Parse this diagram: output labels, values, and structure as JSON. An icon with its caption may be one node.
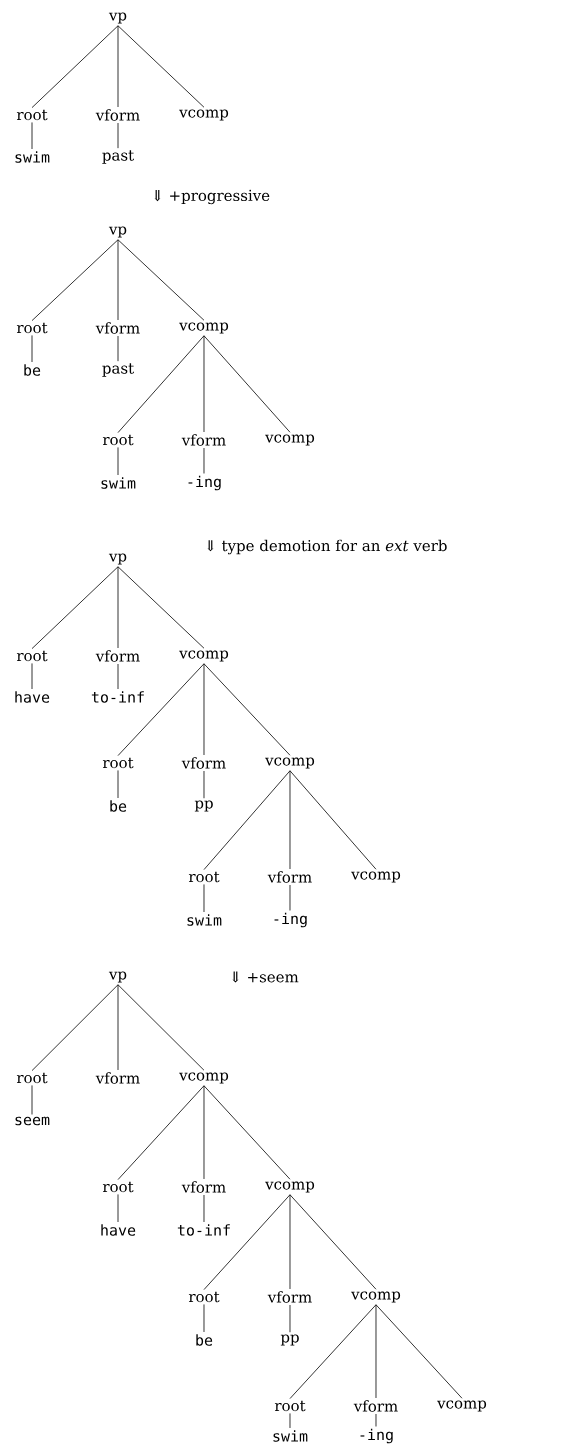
{
  "diagram": {
    "nodes": [
      {
        "text": [
          "vp"
        ]
      },
      {
        "text": [
          "root"
        ]
      },
      {
        "text": [
          "vform"
        ]
      },
      {
        "text": [
          "vcomp"
        ]
      },
      {
        "text": [
          "swim"
        ]
      },
      {
        "text": [
          "past"
        ]
      },
      {
        "text": [
          "vp"
        ]
      },
      {
        "text": [
          "root"
        ]
      },
      {
        "text": [
          "vform"
        ]
      },
      {
        "text": [
          "vcomp"
        ]
      },
      {
        "text": [
          "be"
        ]
      },
      {
        "text": [
          "past"
        ]
      },
      {
        "text": [
          "root"
        ]
      },
      {
        "text": [
          "vform"
        ]
      },
      {
        "text": [
          "vcomp"
        ]
      },
      {
        "text": [
          "swim"
        ]
      },
      {
        "text": [
          "-ing"
        ]
      },
      {
        "text": [
          "vp"
        ]
      },
      {
        "text": [
          "root"
        ]
      },
      {
        "text": [
          "vform"
        ]
      },
      {
        "text": [
          "vcomp"
        ]
      },
      {
        "text": [
          "have"
        ]
      },
      {
        "text": [
          "to-inf"
        ]
      },
      {
        "text": [
          "root"
        ]
      },
      {
        "text": [
          "vform"
        ]
      },
      {
        "text": [
          "vcomp"
        ]
      },
      {
        "text": [
          "be"
        ]
      },
      {
        "text": [
          "pp"
        ]
      },
      {
        "text": [
          "root"
        ]
      },
      {
        "text": [
          "vform"
        ]
      },
      {
        "text": [
          "vcomp"
        ]
      },
      {
        "text": [
          "swim"
        ]
      },
      {
        "text": [
          "-ing"
        ]
      },
      {
        "text": [
          "vp"
        ]
      },
      {
        "text": [
          "root"
        ]
      },
      {
        "text": [
          "vform"
        ]
      },
      {
        "text": [
          "vcomp"
        ]
      },
      {
        "text": [
          "seem"
        ]
      },
      {
        "text": [
          "root"
        ]
      },
      {
        "text": [
          "vform"
        ]
      },
      {
        "text": [
          "vcomp"
        ]
      },
      {
        "text": [
          "have"
        ]
      },
      {
        "text": [
          "to-inf"
        ]
      },
      {
        "text": [
          "root"
        ]
      },
      {
        "text": [
          "vform"
        ]
      },
      {
        "text": [
          "vcomp"
        ]
      },
      {
        "text": [
          "be"
        ]
      },
      {
        "text": [
          "pp"
        ]
      },
      {
        "text": [
          "root"
        ]
      },
      {
        "text": [
          "vform"
        ]
      },
      {
        "text": [
          "vcomp"
        ]
      },
      {
        "text": [
          "swim"
        ]
      },
      {
        "text": [
          "-ing"
        ]
      }
    ],
    "edges": [
      {
        "from": 0,
        "to": 1,
        "arrow": "none"
      },
      {
        "from": 0,
        "to": 2,
        "arrow": "none"
      },
      {
        "from": 0,
        "to": 3,
        "arrow": "none"
      },
      {
        "from": 1,
        "to": 4,
        "arrow": "none"
      },
      {
        "from": 2,
        "to": 5,
        "arrow": "none"
      },
      {
        "from": 6,
        "to": 7,
        "arrow": "none"
      },
      {
        "from": 6,
        "to": 8,
        "arrow": "none"
      },
      {
        "from": 6,
        "to": 9,
        "arrow": "none"
      },
      {
        "from": 7,
        "to": 10,
        "arrow": "none"
      },
      {
        "from": 8,
        "to": 11,
        "arrow": "none"
      },
      {
        "from": 9,
        "to": 12,
        "arrow": "none"
      },
      {
        "from": 9,
        "to": 13,
        "arrow": "none"
      },
      {
        "from": 9,
        "to": 14,
        "arrow": "none"
      },
      {
        "from": 12,
        "to": 15,
        "arrow": "none"
      },
      {
        "from": 13,
        "to": 16,
        "arrow": "none"
      },
      {
        "from": 17,
        "to": 18,
        "arrow": "none"
      },
      {
        "from": 17,
        "to": 19,
        "arrow": "none"
      },
      {
        "from": 17,
        "to": 20,
        "arrow": "none"
      },
      {
        "from": 18,
        "to": 21,
        "arrow": "none"
      },
      {
        "from": 19,
        "to": 22,
        "arrow": "none"
      },
      {
        "from": 20,
        "to": 23,
        "arrow": "none"
      },
      {
        "from": 20,
        "to": 24,
        "arrow": "none"
      },
      {
        "from": 20,
        "to": 25,
        "arrow": "none"
      },
      {
        "from": 23,
        "to": 26,
        "arrow": "none"
      },
      {
        "from": 24,
        "to": 27,
        "arrow": "none"
      },
      {
        "from": 25,
        "to": 28,
        "arrow": "none"
      },
      {
        "from": 25,
        "to": 29,
        "arrow": "none"
      },
      {
        "from": 25,
        "to": 30,
        "arrow": "none"
      },
      {
        "from": 28,
        "to": 31,
        "arrow": "none"
      },
      {
        "from": 29,
        "to": 32,
        "arrow": "none"
      },
      {
        "from": 33,
        "to": 34,
        "arrow": "none"
      },
      {
        "from": 33,
        "to": 35,
        "arrow": "none"
      },
      {
        "from": 33,
        "to": 36,
        "arrow": "none"
      },
      {
        "from": 34,
        "to": 37,
        "arrow": "none"
      },
      {
        "from": 36,
        "to": 38,
        "arrow": "none"
      },
      {
        "from": 36,
        "to": 39,
        "arrow": "none"
      },
      {
        "from": 36,
        "to": 40,
        "arrow": "none"
      },
      {
        "from": 38,
        "to": 41,
        "arrow": "none"
      },
      {
        "from": 39,
        "to": 42,
        "arrow": "none"
      },
      {
        "from": 40,
        "to": 43,
        "arrow": "none"
      },
      {
        "from": 40,
        "to": 44,
        "arrow": "none"
      },
      {
        "from": 40,
        "to": 45,
        "arrow": "none"
      },
      {
        "from": 43,
        "to": 46,
        "arrow": "none"
      },
      {
        "from": 44,
        "to": 47,
        "arrow": "none"
      },
      {
        "from": 45,
        "to": 48,
        "arrow": "none"
      },
      {
        "from": 45,
        "to": 49,
        "arrow": "none"
      },
      {
        "from": 45,
        "to": 50,
        "arrow": "none"
      },
      {
        "from": 48,
        "to": 51,
        "arrow": "none"
      },
      {
        "from": 49,
        "to": 52,
        "arrow": "none"
      }
    ],
    "labels": [
      "⇓ +progressive",
      "⇓ type demotion for an *ext* verb",
      "⇓ +seem"
    ]
  }
}
